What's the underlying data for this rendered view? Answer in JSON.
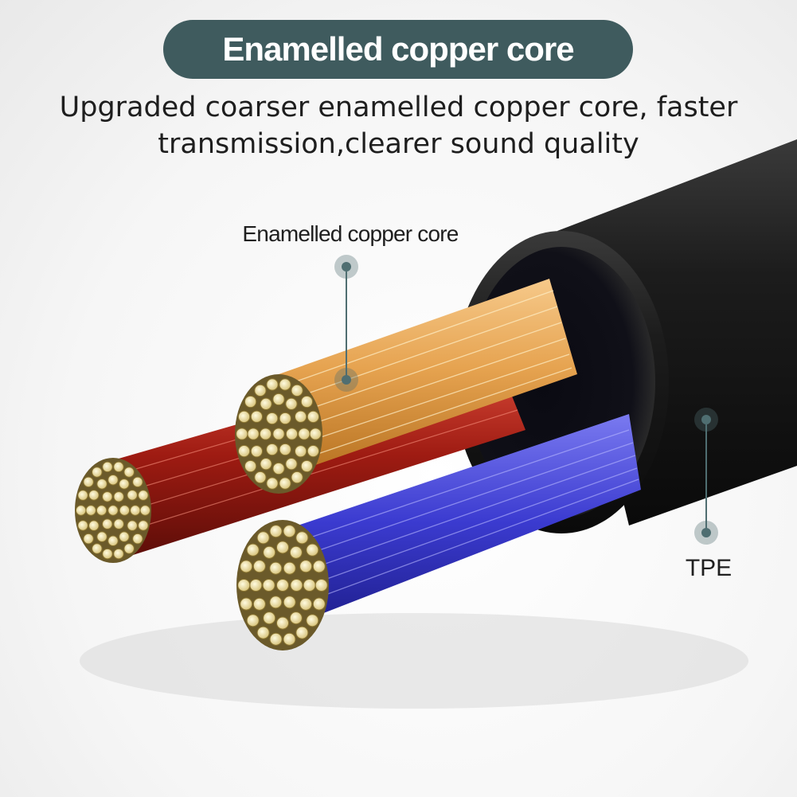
{
  "banner": {
    "title": "Enamelled copper core"
  },
  "subtitle": {
    "line1": "Upgraded coarser enamelled copper core, faster",
    "line2": "transmission,clearer sound quality"
  },
  "callouts": {
    "core_label": "Enamelled copper core",
    "jacket_label": "TPE"
  },
  "illustration": {
    "jacket_color": "#1b1b1b",
    "wire_colors": {
      "red": "#b3231a",
      "gold": "#e2a04a",
      "blue": "#3f3fd0"
    },
    "strand_color": "#f1e6b0",
    "marker_color": "#4f6e71",
    "icons": [
      "cable-jacket",
      "red-wire",
      "gold-wire",
      "blue-wire"
    ]
  }
}
